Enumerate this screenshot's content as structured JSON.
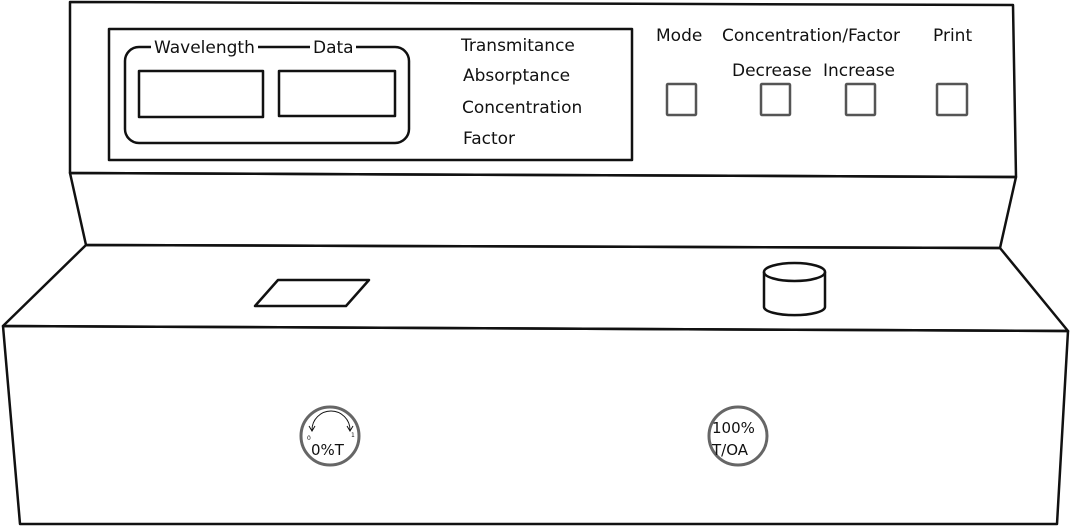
{
  "display": {
    "wavelength_label": "Wavelength",
    "data_label": "Data",
    "modes": [
      "Transmitance",
      "Absorptance",
      "Concentration",
      "Factor"
    ]
  },
  "controls": {
    "mode_label": "Mode",
    "concentration_factor_label": "Concentration/Factor",
    "decrease_label": "Decrease",
    "increase_label": "Increase",
    "print_label": "Print"
  },
  "knobs": {
    "zero_t": {
      "label": "0%T",
      "scale_min": "0",
      "scale_max": "1"
    },
    "hundred_t": {
      "line1": "100%",
      "line2": "T/OA"
    }
  },
  "colors": {
    "outline": "#111111",
    "button": "#555555",
    "knob": "#666666"
  }
}
